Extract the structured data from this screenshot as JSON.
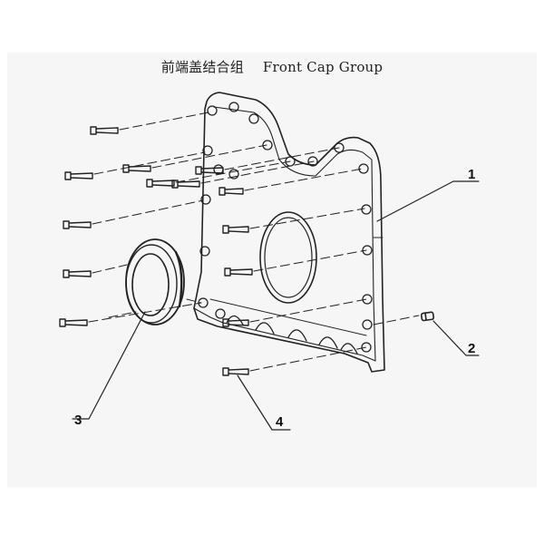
{
  "title": {
    "chinese": "前端盖结合组",
    "english": "Front Cap Group"
  },
  "callouts": [
    {
      "id": "1",
      "label": "1"
    },
    {
      "id": "2",
      "label": "2"
    },
    {
      "id": "3",
      "label": "3"
    },
    {
      "id": "4",
      "label": "4"
    }
  ],
  "colors": {
    "ink": "#222222",
    "paper": "#ffffff",
    "sheet": "#f6f6f6"
  }
}
